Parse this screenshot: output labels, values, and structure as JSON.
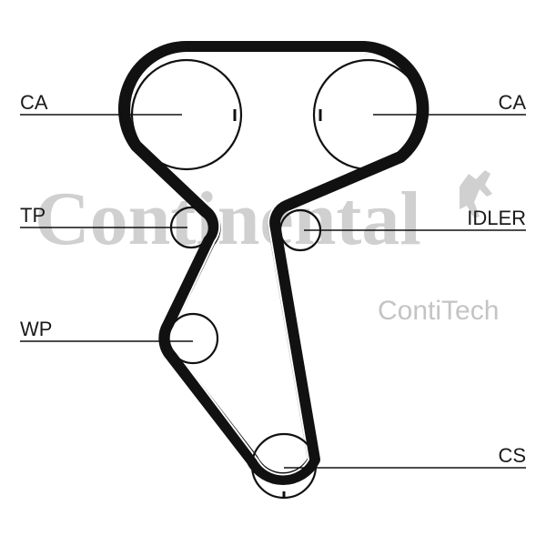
{
  "diagram": {
    "labels": {
      "ca_left": "CA",
      "ca_right": "CA",
      "tp": "TP",
      "idler": "IDLER",
      "wp": "WP",
      "cs": "CS"
    },
    "watermark": {
      "brand": "Continental",
      "sub": "ContiTech"
    }
  }
}
